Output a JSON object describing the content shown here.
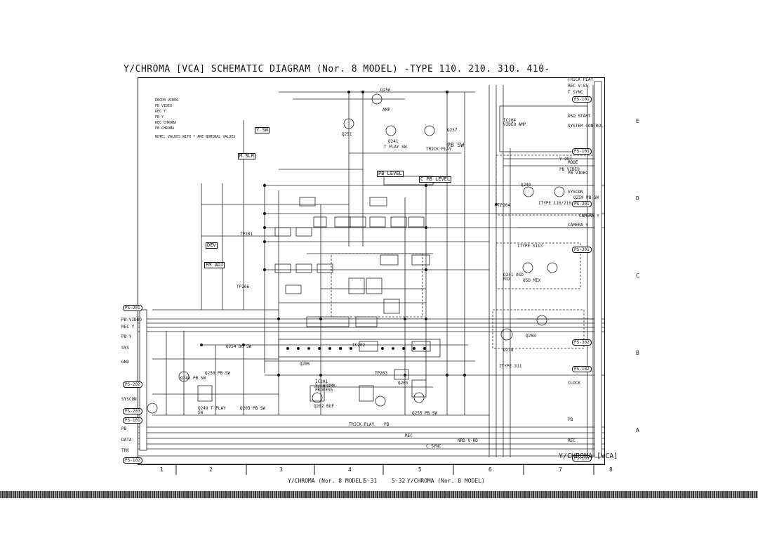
{
  "title": "Y/CHROMA [VCA] SCHEMATIC DIAGRAM (Nor. 8 MODEL) -TYPE 110. 210. 310. 410-",
  "legend": {
    "items": [
      "RECPB VIDEO",
      "PB VIDEO",
      "REC Y",
      "PB Y",
      "REC CHROMA",
      "PB CHROMA"
    ],
    "note": "NOTE: VALUES WITH * ARE NOMINAL VALUES"
  },
  "components": [
    {
      "id": "q256",
      "text": "Q256"
    },
    {
      "id": "amp",
      "text": "AMP"
    },
    {
      "id": "q251",
      "text": "Q251"
    },
    {
      "id": "q241",
      "text": "Q241"
    },
    {
      "id": "tplay",
      "text": "T PLAY SW"
    },
    {
      "id": "q257",
      "text": "Q257"
    },
    {
      "id": "pbsw",
      "text": "PB SW"
    },
    {
      "id": "ic204",
      "text": "IC204 VIDEO AMP"
    },
    {
      "id": "ic201",
      "text": "IC201 Y/CHROMA PROCESS"
    },
    {
      "id": "q202",
      "text": "Q202 BUF"
    },
    {
      "id": "q203",
      "text": "Q203 PB SW"
    },
    {
      "id": "q249",
      "text": "Q249 T PLAY SW"
    },
    {
      "id": "q265",
      "text": "Q265"
    },
    {
      "id": "q255",
      "text": "Q255 PB SW"
    },
    {
      "id": "q254",
      "text": "Q254 DC SW"
    },
    {
      "id": "q245",
      "text": "Q245 PB SW"
    },
    {
      "id": "q240",
      "text": "Q240"
    },
    {
      "id": "q241b",
      "text": "Q241 OSD MIX"
    },
    {
      "id": "q258",
      "text": "Q258"
    },
    {
      "id": "q278",
      "text": "Q278"
    },
    {
      "id": "q259",
      "text": "Q259 PB SW"
    },
    {
      "id": "q205",
      "text": "Q205"
    },
    {
      "id": "q250",
      "text": "Q250 PB SW"
    },
    {
      "id": "mlsr",
      "text": "M.SLR"
    },
    {
      "id": "pblevel",
      "text": "PB LEVEL"
    },
    {
      "id": "ysw",
      "text": "Y SW"
    },
    {
      "id": "dev",
      "text": "DEV"
    },
    {
      "id": "fmadj",
      "text": "FM ADJ"
    },
    {
      "id": "tp201",
      "text": "TP201"
    },
    {
      "id": "tp204",
      "text": "TP204"
    },
    {
      "id": "tp203",
      "text": "TP203"
    },
    {
      "id": "tp206",
      "text": "TP206"
    },
    {
      "id": "cameray",
      "text": "CAMERA Y"
    },
    {
      "id": "yout",
      "text": "Y OUT"
    },
    {
      "id": "pvideo",
      "text": "PB VIDEO"
    },
    {
      "id": "cplevel",
      "text": "C PB LEVEL"
    },
    {
      "id": "itype313",
      "text": "ITYPE 3113"
    },
    {
      "id": "itype311",
      "text": "ITYPE 311"
    },
    {
      "id": "osdmix",
      "text": "OSD MIX"
    },
    {
      "id": "ic202",
      "text": "IC202"
    },
    {
      "id": "type210",
      "text": "ITYPE 110/210/410"
    }
  ],
  "connectors": {
    "left": [
      "PS-201",
      "PS-202",
      "PS-203",
      "PS-101",
      "PS-102"
    ],
    "right": [
      "PS-101",
      "PS-103",
      "PS-201",
      "PS-301",
      "PS-302",
      "PS-102",
      "PS-103"
    ]
  },
  "right_signals": [
    "TRICK PLAY",
    "REC V-SS",
    "T SYNC",
    "OSD START",
    "SYSTEM CONTROL",
    "MODE",
    "PB VIDEO",
    "SYSCON",
    "CAMERA Y",
    "CLOCK",
    "PB",
    "REC"
  ],
  "left_signals": [
    "PB VIDEO",
    "REC Y",
    "PB Y",
    "SYS",
    "GND",
    "SYSCON",
    "PB",
    "DATA",
    "TRK"
  ],
  "inline_labels": [
    "TRICK PLAY",
    "PB",
    "REC",
    "TRICK PLAY",
    "C SYNC",
    "NRD V-HD"
  ],
  "zones": [
    "1",
    "2",
    "3",
    "4",
    "5",
    "6",
    "7",
    "8"
  ],
  "rows": [
    "E",
    "D",
    "C",
    "B",
    "A"
  ],
  "brand": "Y/CHROMA [VCA]",
  "footer": {
    "left": "Y/CHROMA (Nor. 8 MODEL)",
    "left_page": "5-31",
    "right_page": "5-32",
    "right": "Y/CHROMA (Nor. 8 MODEL)"
  }
}
